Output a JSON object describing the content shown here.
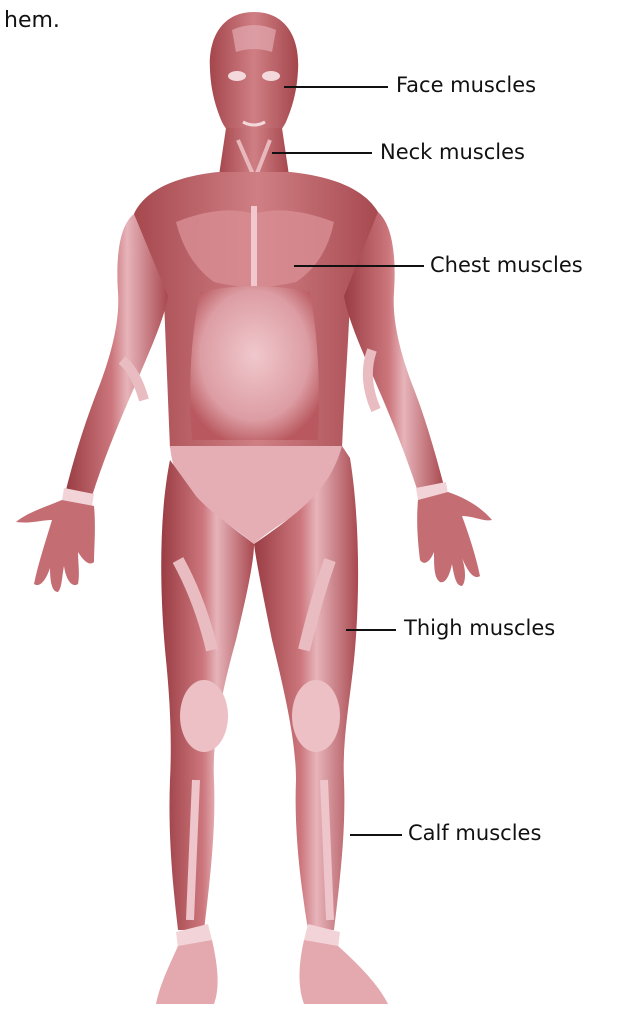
{
  "text_fragment": "hem.",
  "colors": {
    "muscle_dark": "#9c3e45",
    "muscle_mid": "#c1666b",
    "muscle_light": "#e7b7bd",
    "tendon": "#f1d3d8",
    "leader_line": "#111111"
  },
  "labels": [
    {
      "id": "face",
      "text": "Face muscles"
    },
    {
      "id": "neck",
      "text": "Neck muscles"
    },
    {
      "id": "chest",
      "text": "Chest muscles"
    },
    {
      "id": "thigh",
      "text": "Thigh muscles"
    },
    {
      "id": "calf",
      "text": "Calf muscles"
    }
  ]
}
